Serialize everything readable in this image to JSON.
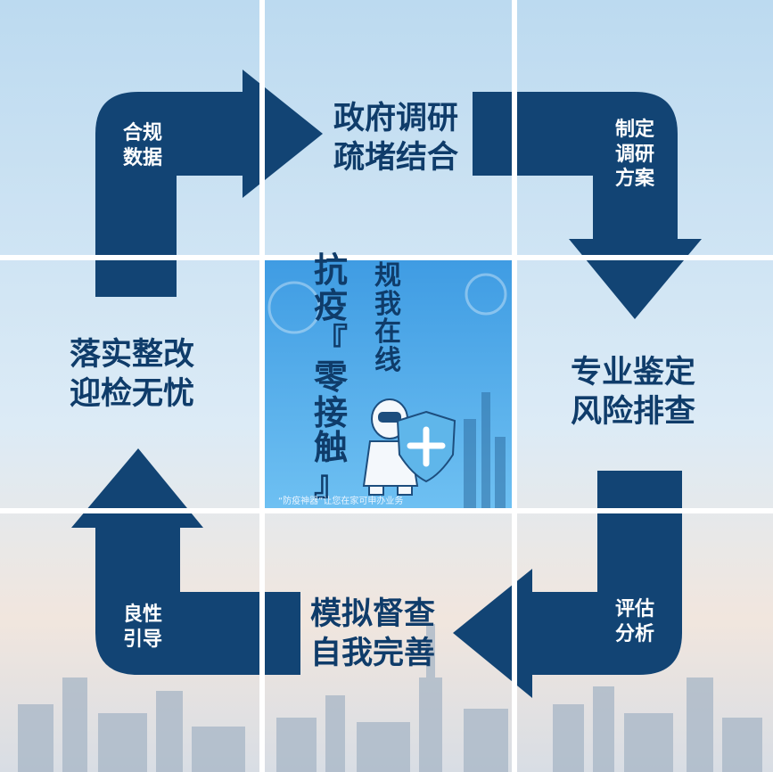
{
  "steps": {
    "top_left": {
      "lines": [
        "合规",
        "数据"
      ]
    },
    "top_center": {
      "lines": [
        "政府调研",
        "疏堵结合"
      ]
    },
    "top_right": {
      "lines": [
        "制定",
        "调研",
        "方案"
      ]
    },
    "middle_right": {
      "lines": [
        "专业鉴定",
        "风险排查"
      ]
    },
    "bottom_right": {
      "lines": [
        "评估",
        "分析"
      ]
    },
    "bottom_center": {
      "lines": [
        "模拟督查",
        "自我完善"
      ]
    },
    "bottom_left": {
      "lines": [
        "良性",
        "引导"
      ]
    },
    "middle_left": {
      "lines": [
        "落实整改",
        "迎检无忧"
      ]
    }
  },
  "center_poster": {
    "col1": [
      "抗",
      "疫",
      "『",
      "零",
      "接",
      "触",
      "』"
    ],
    "col2": [
      "规",
      "我",
      "在",
      "线"
    ],
    "footer": "“防疫神器”让您在家可申办业务"
  },
  "colors": {
    "arrow": "#124474",
    "text": "#0f3c6a",
    "sky_top": "#bfdcf0",
    "sky_bottom": "#e6f0f7",
    "poster_bg": "#4ea6e6",
    "grid_line": "#ffffff"
  }
}
